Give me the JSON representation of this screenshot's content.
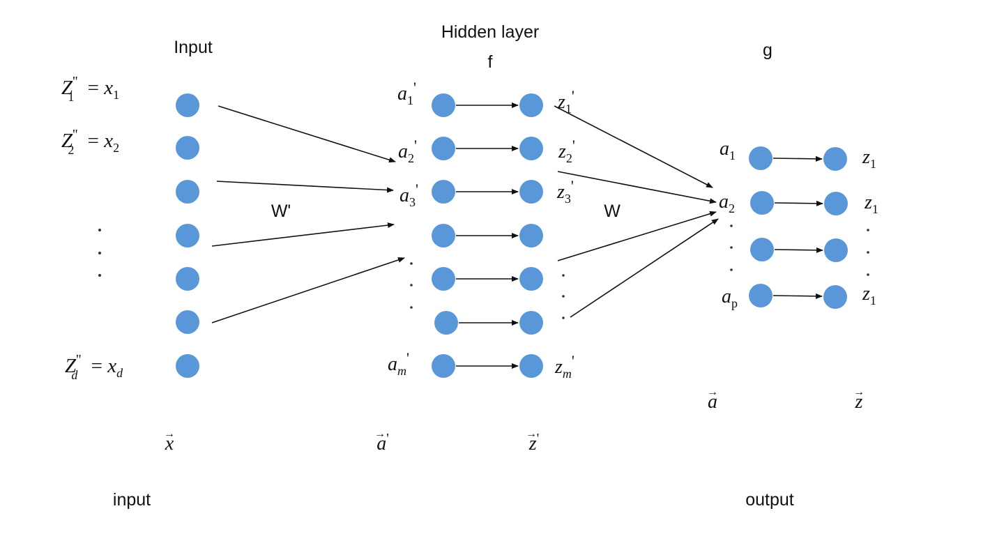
{
  "labels": {
    "input_title": "Input",
    "hidden_title": "Hidden layer",
    "hidden_fn": "f",
    "output_fn": "g",
    "weight_first": "W'",
    "weight_second": "W",
    "input_caption": "input",
    "output_caption": "output"
  },
  "equations": {
    "z1": {
      "var": "Z",
      "prime": "''",
      "sub": "1",
      "rhs": "x",
      "rhs_sub": "1"
    },
    "z2": {
      "var": "Z",
      "prime": "''",
      "sub": "2",
      "rhs": "x",
      "rhs_sub": "2"
    },
    "zd": {
      "var": "Z",
      "prime": "''",
      "sub": "d",
      "rhs": "x",
      "rhs_sub": "d"
    }
  },
  "hidden_in_labels": {
    "a1": {
      "var": "a",
      "sub": "1",
      "prime": "'"
    },
    "a2": {
      "var": "a",
      "sub": "2",
      "prime": "'"
    },
    "a3": {
      "var": "a",
      "sub": "3",
      "prime": "'"
    },
    "am": {
      "var": "a",
      "sub": "m",
      "prime": "'"
    }
  },
  "hidden_out_labels": {
    "z1": {
      "var": "z",
      "sub": "1",
      "prime": "'"
    },
    "z2": {
      "var": "z",
      "sub": "2",
      "prime": "'"
    },
    "z3": {
      "var": "z",
      "sub": "3",
      "prime": "'"
    },
    "zm": {
      "var": "z",
      "sub": "m",
      "prime": "'"
    }
  },
  "output_in_labels": {
    "a1": {
      "var": "a",
      "sub": "1"
    },
    "a2": {
      "var": "a",
      "sub": "2"
    },
    "ap": {
      "var": "a",
      "sub": "p"
    }
  },
  "output_out_labels": {
    "z1": {
      "var": "z",
      "sub": "1"
    },
    "z2": {
      "var": "z",
      "sub": "1"
    },
    "z4": {
      "var": "z",
      "sub": "1"
    }
  },
  "vectors": {
    "x": "x",
    "a_prime": "a",
    "a_prime_mark": "'",
    "z_prime": "z",
    "z_prime_mark": "'",
    "a": "a",
    "z": "z",
    "arrow": "→"
  }
}
